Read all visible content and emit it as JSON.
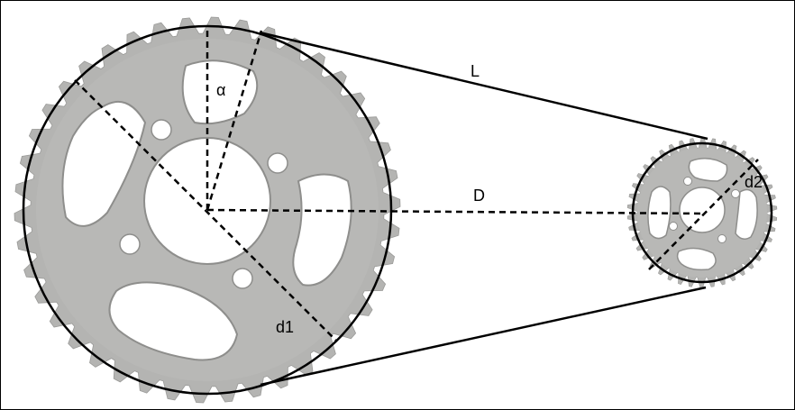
{
  "labels": {
    "alpha": "α",
    "chain_length": "L",
    "center_distance": "D",
    "large_diameter": "d1",
    "small_diameter": "d2"
  },
  "teeth": {
    "large_sprocket": 42,
    "small_sprocket": 42
  },
  "colors": {
    "metal": "#b4b4b2",
    "metal_dark": "#8e8e8c",
    "line": "#000000",
    "background": "#ffffff"
  }
}
